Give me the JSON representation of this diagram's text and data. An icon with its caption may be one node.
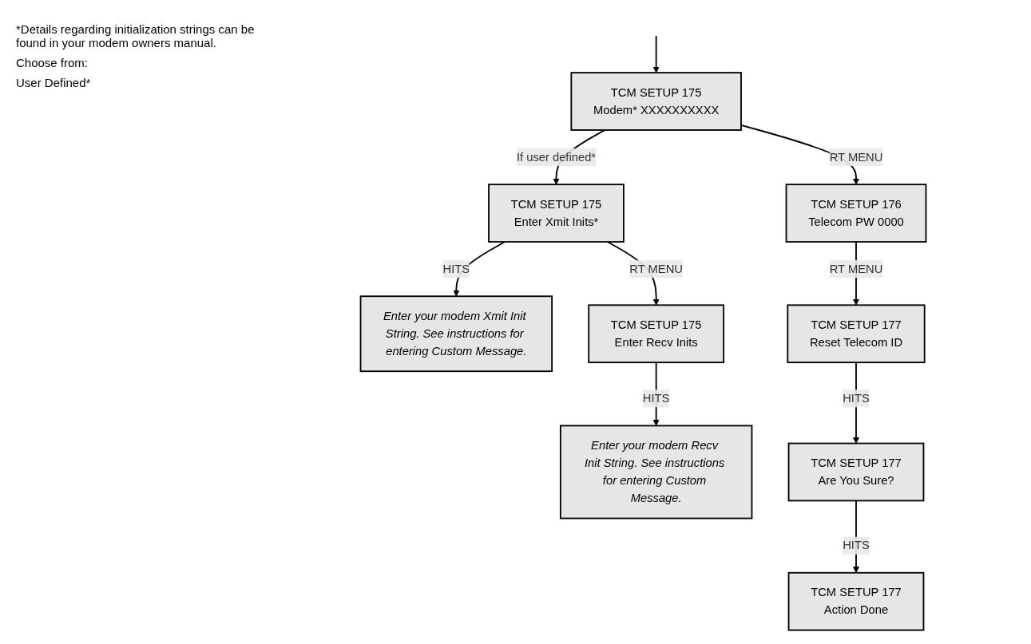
{
  "diagram": {
    "nodes": [
      {
        "text": [
          "TCM SETUP 175",
          "Modem* XXXXXXXXXX"
        ]
      },
      {
        "text": [
          "TCM SETUP 175",
          "Enter Xmit Inits*"
        ]
      },
      {
        "text": [
          "Enter your modem Xmit Init String. See instructions for entering Custom Message."
        ]
      },
      {
        "text": [
          "TCM SETUP 175",
          "Enter Recv Inits"
        ]
      },
      {
        "text": [
          "Enter your modem Recv Init String. See instructions for entering Custom Message."
        ]
      },
      {
        "text": [
          "TCM SETUP 176",
          "Telecom PW 0000"
        ]
      },
      {
        "text": [
          "TCM SETUP 177",
          "Reset Telecom ID"
        ]
      },
      {
        "text": [
          "TCM SETUP 177",
          "Are You Sure?"
        ]
      },
      {
        "text": [
          "TCM SETUP 177",
          "Action Done"
        ]
      }
    ],
    "edges": [
      {
        "from": null,
        "to": 0,
        "arrow": "to"
      },
      {
        "from": 0,
        "to": 1,
        "arrow": "to",
        "label": "If user defined*"
      },
      {
        "from": 1,
        "to": 2,
        "arrow": "to",
        "label": "HITS"
      },
      {
        "from": 1,
        "to": 3,
        "arrow": "to",
        "label": "RT MENU"
      },
      {
        "from": 3,
        "to": 4,
        "arrow": "to",
        "label": "HITS"
      },
      {
        "from": 0,
        "to": 5,
        "arrow": "to",
        "label": "RT MENU"
      },
      {
        "from": 5,
        "to": 6,
        "arrow": "to",
        "label": "RT MENU"
      },
      {
        "from": 6,
        "to": 7,
        "arrow": "to",
        "label": "HITS"
      },
      {
        "from": 7,
        "to": 8,
        "arrow": "to",
        "label": "HITS"
      }
    ],
    "labels": [
      "*Details regarding initialization strings can be found in your modem owners manual.",
      "Choose from:",
      "User Defined*"
    ]
  }
}
